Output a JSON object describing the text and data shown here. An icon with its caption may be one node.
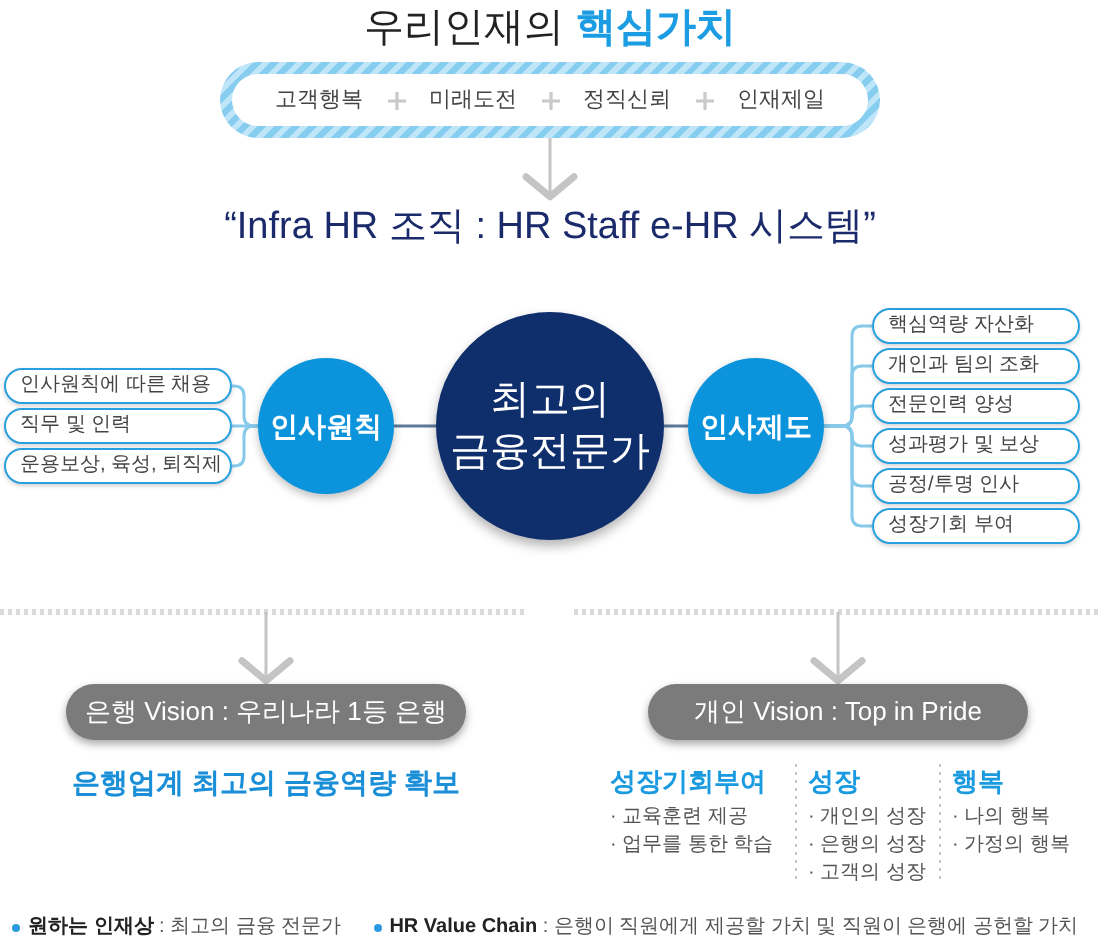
{
  "diagram": {
    "title": "우리인재의 **핵심가치**",
    "nodes": [
      {
        "text": [
          "고객행복",
          "미래도전",
          "정직신뢰",
          "인재제일"
        ]
      },
      {
        "text": [
          "“Infra HR 조직 : HR Staff e-HR 시스템”"
        ]
      },
      {
        "text": [
          "인사원칙에 따른 채용"
        ]
      },
      {
        "text": [
          "직무 및 인력"
        ]
      },
      {
        "text": [
          "운용보상, 육성, 퇴직제"
        ]
      },
      {
        "text": [
          "인사원칙"
        ]
      },
      {
        "text": [
          "최고의 금융전문가"
        ]
      },
      {
        "text": [
          "인사제도"
        ]
      },
      {
        "text": [
          "핵심역량 자산화"
        ]
      },
      {
        "text": [
          "개인과 팀의 조화"
        ]
      },
      {
        "text": [
          "전문인력 양성"
        ]
      },
      {
        "text": [
          "성과평가 및 보상"
        ]
      },
      {
        "text": [
          "공정/투명 인사"
        ]
      },
      {
        "text": [
          "성장기회 부여"
        ]
      },
      {
        "text": [
          "은행 Vision : 우리나라 1등 은행"
        ]
      },
      {
        "text": [
          "개인 Vision : Top in Pride"
        ]
      }
    ],
    "edges": [
      {
        "from": 0,
        "to": 1,
        "arrow": "to",
        "color": "#c4c4c4"
      },
      {
        "from": 5,
        "to": 2,
        "arrow": "none"
      },
      {
        "from": 5,
        "to": 3,
        "arrow": "none"
      },
      {
        "from": 5,
        "to": 4,
        "arrow": "none"
      },
      {
        "from": 5,
        "to": 6,
        "arrow": "none",
        "color": "#5d7a9c"
      },
      {
        "from": 6,
        "to": 7,
        "arrow": "none",
        "color": "#5d7a9c"
      },
      {
        "from": 7,
        "to": 8,
        "arrow": "none"
      },
      {
        "from": 7,
        "to": 9,
        "arrow": "none"
      },
      {
        "from": 7,
        "to": 10,
        "arrow": "none"
      },
      {
        "from": 7,
        "to": 11,
        "arrow": "none"
      },
      {
        "from": 7,
        "to": 12,
        "arrow": "none"
      },
      {
        "from": 7,
        "to": 13,
        "arrow": "none"
      },
      {
        "from": null,
        "to": 14,
        "arrow": "to",
        "color": "#c4c4c4"
      },
      {
        "from": null,
        "to": 15,
        "arrow": "to",
        "color": "#c4c4c4"
      }
    ],
    "labels": [
      "은행업계 최고의 금융역량 확보",
      "성장기회부여",
      "· 교육훈련 제공",
      "· 업무를 통한 학습",
      "성장",
      "· 개인의 성장",
      "· 은행의 성장",
      "· 고객의 성장",
      "행복",
      "· 나의 행복",
      "· 가정의 행복",
      "**원하는 인재상** : 최고의 금융 전문가",
      "**HR Value Chain** : 은행이 직원에게 제공할 가치 및 직원이 은행에 공헌할 가치"
    ]
  }
}
